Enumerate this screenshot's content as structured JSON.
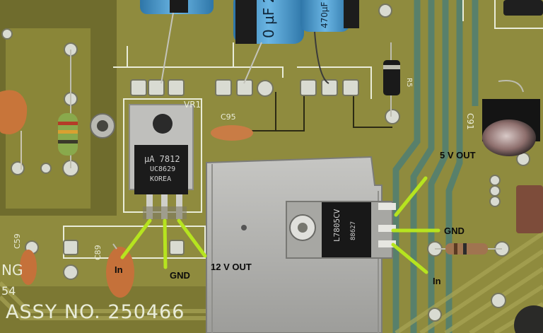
{
  "photo": {
    "subject": "PCB",
    "colors": {
      "board": "#8f8b3e",
      "board_dark": "#6e6b2c",
      "trace_teal": "#4f7f74",
      "heatsink": "#b4b4b1",
      "capacitor_blue": "#4d9fd1",
      "annotation_green": "#b6e41f"
    }
  },
  "board_silkscreen": {
    "assy_number": "ASSY NO. 250466",
    "partial_left_top": "NG",
    "partial_left_bottom": "54",
    "vr1": "VR1",
    "c95": "C95",
    "c89": "C89",
    "c59": "C59",
    "c91": "C91",
    "r5": "R5",
    "cap_left_text": "0 µF 2",
    "cap_right_text": "470µF"
  },
  "regulator_12v": {
    "marking_line1": "µA 7812",
    "marking_line2": "UC8629",
    "marking_line3": "KOREA",
    "labels": {
      "in": "In",
      "gnd": "GND",
      "out": "12 V OUT"
    }
  },
  "regulator_5v": {
    "marking_line1": "L7805CV",
    "marking_line2": "88627",
    "labels": {
      "out": "5 V OUT",
      "gnd": "GND",
      "in": "In"
    }
  }
}
